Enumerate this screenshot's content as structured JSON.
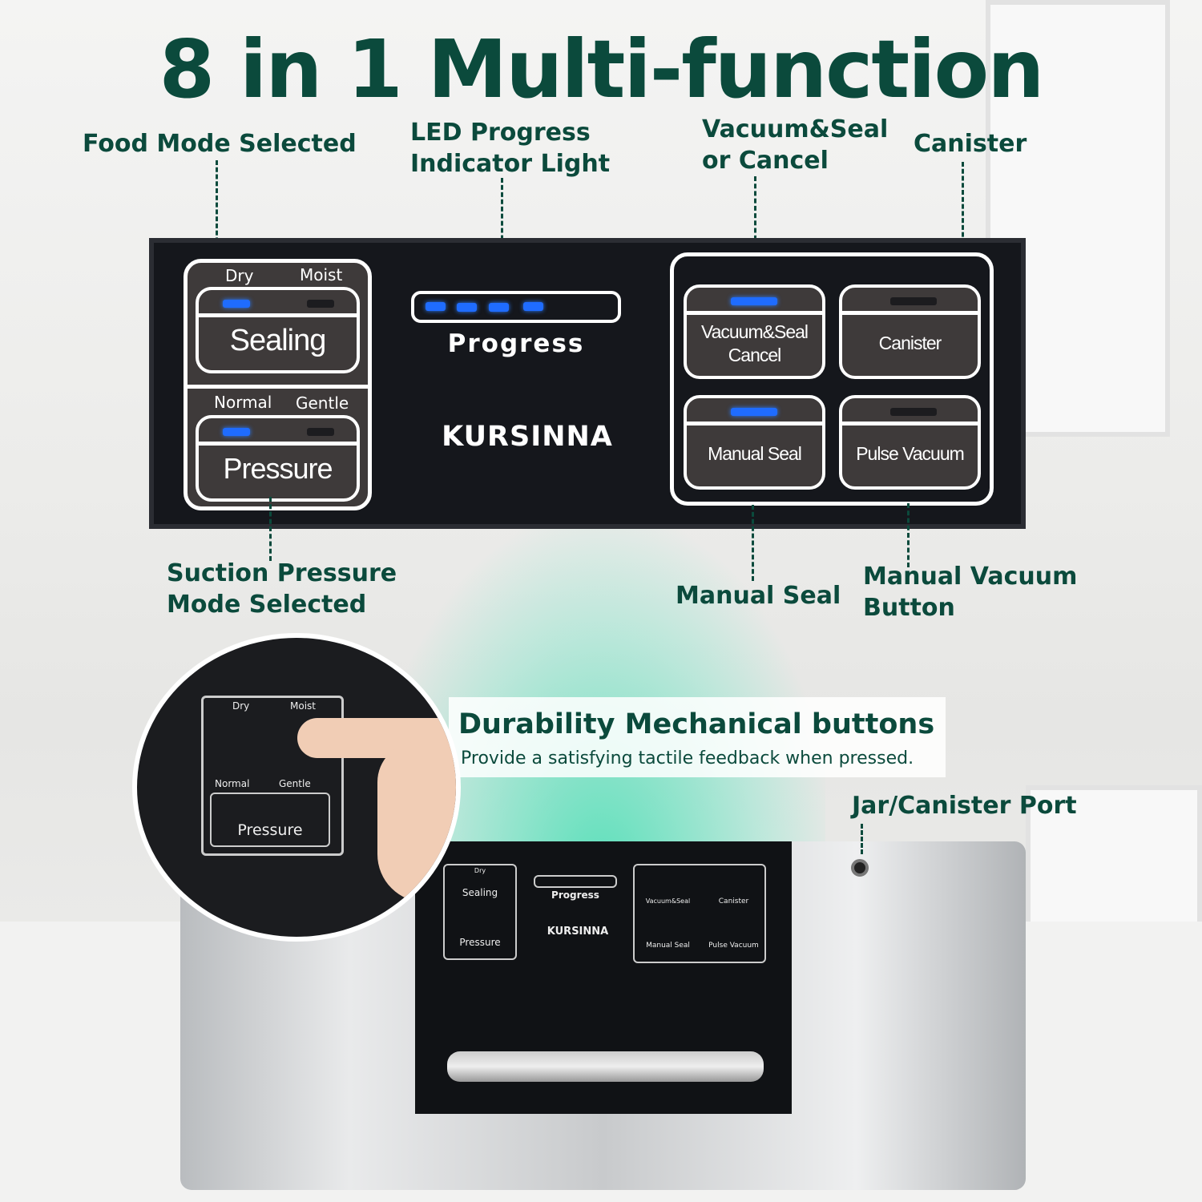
{
  "title": "8 in 1 Multi-function",
  "callouts": {
    "food_mode": "Food Mode Selected",
    "led_1": "LED Progress",
    "led_2": "Indicator Light",
    "vac_1": "Vacuum&Seal",
    "vac_2": "or Cancel",
    "canister": "Canister",
    "suction_1": "Suction Pressure",
    "suction_2": "Mode Selected",
    "manual_seal": "Manual Seal",
    "manual_vac_1": "Manual Vacuum",
    "manual_vac_2": "Button",
    "jar_port": "Jar/Canister Port"
  },
  "panel": {
    "dry": "Dry",
    "moist": "Moist",
    "sealing": "Sealing",
    "normal": "Normal",
    "gentle": "Gentle",
    "pressure": "Pressure",
    "progress": "Progress",
    "brand": "KURSINNA",
    "vacseal_1": "Vacuum&Seal",
    "vacseal_2": "Cancel",
    "canister": "Canister",
    "manual_seal": "Manual Seal",
    "pulse_vacuum": "Pulse Vacuum",
    "progress_leds_lit": 4,
    "progress_leds_total": 4
  },
  "feature": {
    "heading": "Durability Mechanical buttons",
    "sub": "Provide a satisfying tactile feedback when pressed."
  },
  "colors": {
    "accent": "#0b4a3c",
    "led": "#1f6cff"
  }
}
